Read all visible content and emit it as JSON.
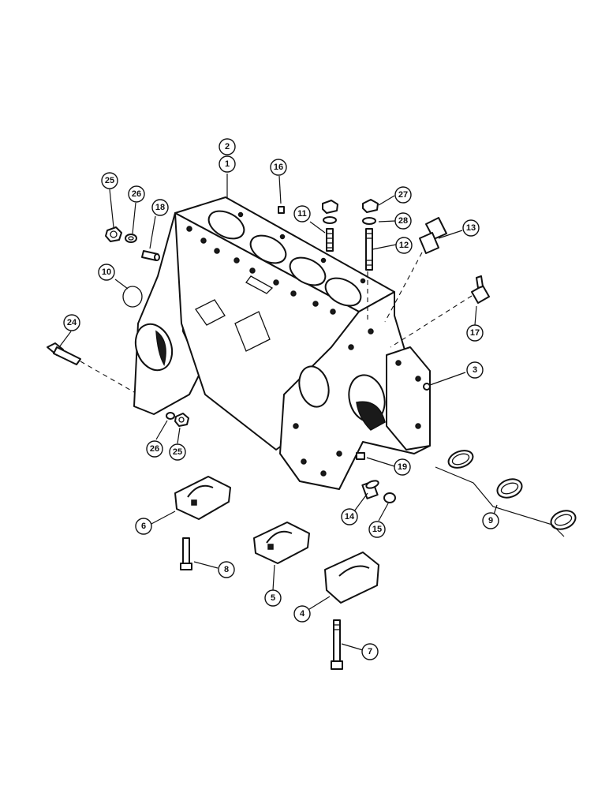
{
  "colors": {
    "line": "#111111",
    "background": "#ffffff"
  },
  "callouts": [
    {
      "id": "c1",
      "label": "1"
    },
    {
      "id": "c2",
      "label": "2"
    },
    {
      "id": "c3",
      "label": "3"
    },
    {
      "id": "c4",
      "label": "4"
    },
    {
      "id": "c5",
      "label": "5"
    },
    {
      "id": "c6",
      "label": "6"
    },
    {
      "id": "c7",
      "label": "7"
    },
    {
      "id": "c8",
      "label": "8"
    },
    {
      "id": "c9",
      "label": "9"
    },
    {
      "id": "c10",
      "label": "10"
    },
    {
      "id": "c11",
      "label": "11"
    },
    {
      "id": "c12",
      "label": "12"
    },
    {
      "id": "c13",
      "label": "13"
    },
    {
      "id": "c14",
      "label": "14"
    },
    {
      "id": "c15",
      "label": "15"
    },
    {
      "id": "c16",
      "label": "16"
    },
    {
      "id": "c17",
      "label": "17"
    },
    {
      "id": "c18",
      "label": "18"
    },
    {
      "id": "c19",
      "label": "19"
    },
    {
      "id": "c24",
      "label": "24"
    },
    {
      "id": "c25a",
      "label": "25"
    },
    {
      "id": "c25b",
      "label": "25"
    },
    {
      "id": "c26a",
      "label": "26"
    },
    {
      "id": "c26b",
      "label": "26"
    },
    {
      "id": "c27",
      "label": "27"
    },
    {
      "id": "c28",
      "label": "28"
    }
  ]
}
